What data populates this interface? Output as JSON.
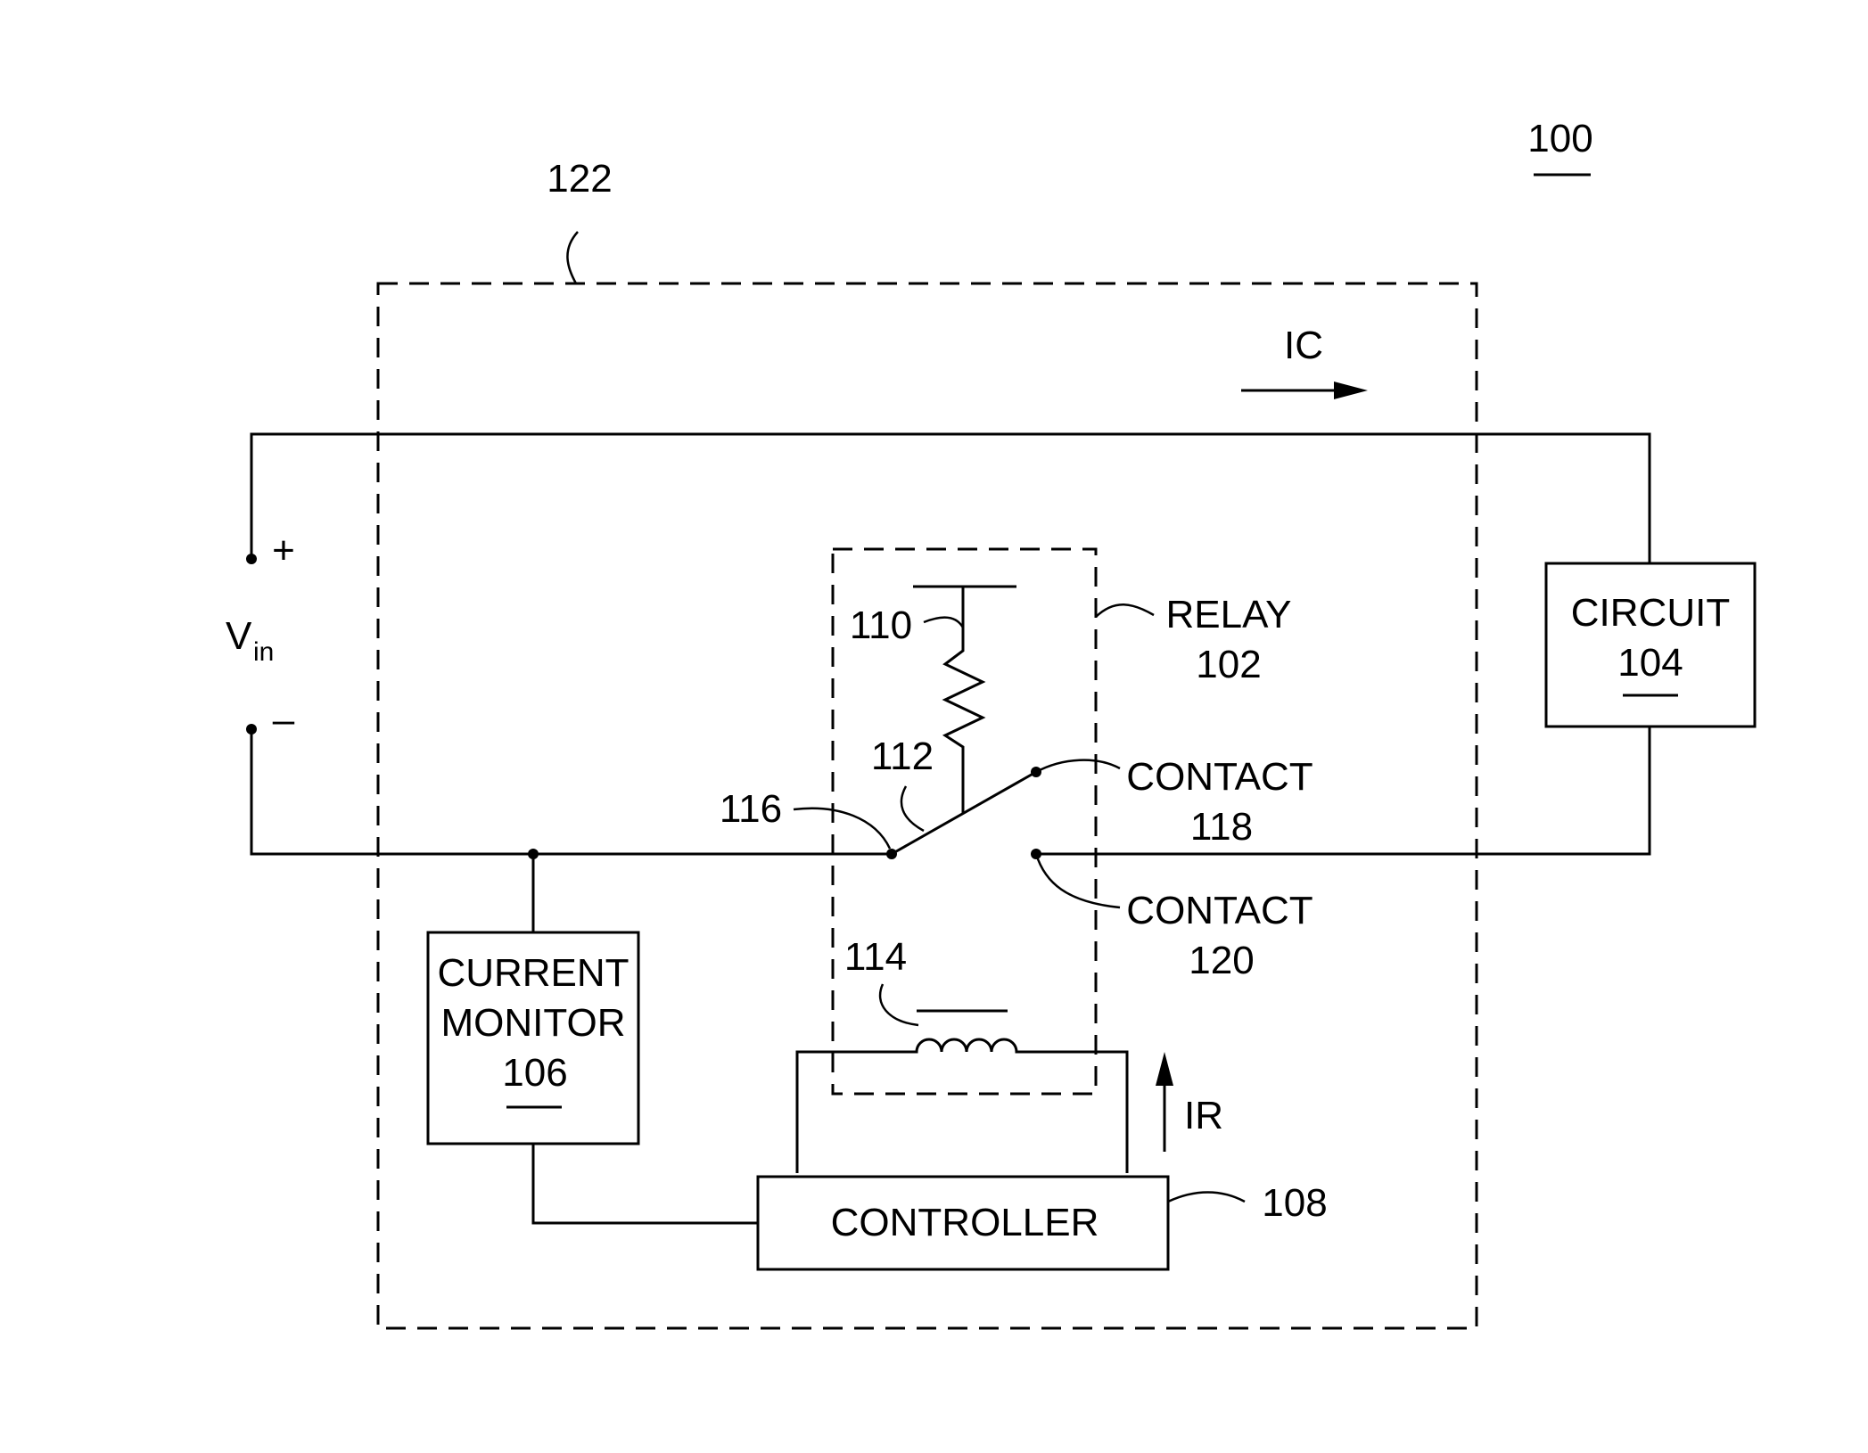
{
  "figure_number": "100",
  "enclosure": {
    "ref": "122"
  },
  "current_ic": {
    "label": "IC"
  },
  "current_ir": {
    "label": "IR"
  },
  "source": {
    "symbol": "V",
    "subscript": "in",
    "plus": "+",
    "minus": "–"
  },
  "relay": {
    "name": "RELAY",
    "ref": "102"
  },
  "circuit": {
    "name": "CIRCUIT",
    "ref": "104"
  },
  "current_monitor": {
    "line1": "CURRENT",
    "line2": "MONITOR",
    "ref": "106"
  },
  "controller": {
    "name": "CONTROLLER",
    "ref": "108"
  },
  "spring": {
    "ref": "110"
  },
  "armature": {
    "ref": "112"
  },
  "coil": {
    "ref": "114"
  },
  "pivot": {
    "ref": "116"
  },
  "contact_118": {
    "name": "CONTACT",
    "ref": "118"
  },
  "contact_120": {
    "name": "CONTACT",
    "ref": "120"
  },
  "colors": {
    "ink": "#000000",
    "background": "#ffffff"
  }
}
